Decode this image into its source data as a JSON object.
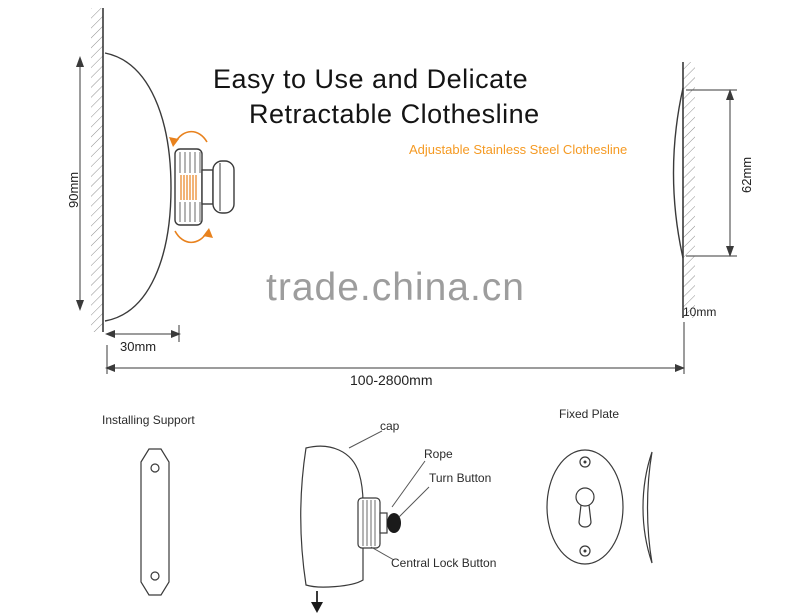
{
  "header": {
    "title_line1": "Easy to Use and Delicate",
    "title_line2": "Retractable Clothesline",
    "subtitle": "Adjustable Stainless Steel Clothesline"
  },
  "watermark": "trade.china.cn",
  "dimensions": {
    "left_height": "90mm",
    "left_depth": "30mm",
    "line_span": "100-2800mm",
    "right_height": "62mm",
    "right_thickness": "10mm"
  },
  "labels": {
    "installing_support": "Installing Support",
    "cap": "cap",
    "rope": "Rope",
    "turn_button": "Turn Button",
    "central_lock_button": "Central Lock Button",
    "fixed_plate": "Fixed Plate"
  },
  "colors": {
    "line": "#3a3a3a",
    "accent_orange": "#e8821e",
    "subtitle_orange": "#f59a23",
    "watermark_gray": "#9d9d9d",
    "title_black": "#141414"
  }
}
